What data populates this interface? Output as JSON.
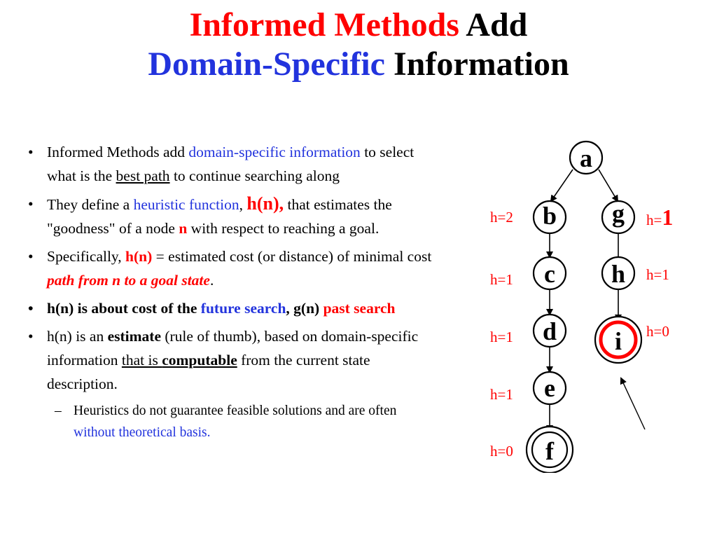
{
  "title": {
    "line1_red": "Informed Methods",
    "line1_black": "Add",
    "line2_blue": "Domain-Specific",
    "line2_black": "Information"
  },
  "bullets": [
    {
      "text": [
        "Informed Methods add ",
        "domain-specific information",
        " to select what is the ",
        "best path",
        " to continue searching along"
      ]
    },
    {
      "text": [
        "They define a ",
        "heuristic function",
        ", ",
        "h(n),",
        " that estimates the \"goodness\" of a node ",
        "n",
        " with respect to reaching a goal."
      ]
    },
    {
      "text": [
        "Specifically, ",
        "h(n)",
        " = estimated cost (or distance) of minimal cost ",
        "path from n to a goal state",
        "."
      ]
    },
    {
      "text": [
        "h(n) is about cost of the ",
        "future search",
        ", g(n) ",
        "past search"
      ]
    },
    {
      "text": [
        "h(n) is an ",
        "estimate",
        " (rule of thumb), based on domain-specific information ",
        "that is ",
        "computable",
        " from the current state description."
      ]
    }
  ],
  "sub_bullet": {
    "text": [
      "Heuristics do not guarantee feasible solutions and are often ",
      "without theoretical basis."
    ]
  },
  "bullet_glyph": "•",
  "dash_glyph": "–",
  "tree": {
    "nodes": [
      "a",
      "b",
      "g",
      "c",
      "h",
      "d",
      "i",
      "e",
      "f"
    ],
    "h_labels": {
      "b": "h=2",
      "g_prefix": "h=",
      "g_value": "1",
      "c": "h=1",
      "h": "h=1",
      "d": "h=1",
      "i": "h=0",
      "e": "h=1",
      "f": "h=0"
    },
    "goal_nodes": [
      "f",
      "i"
    ],
    "highlight_color": "#ff0000",
    "label_color": "#ff0000"
  }
}
